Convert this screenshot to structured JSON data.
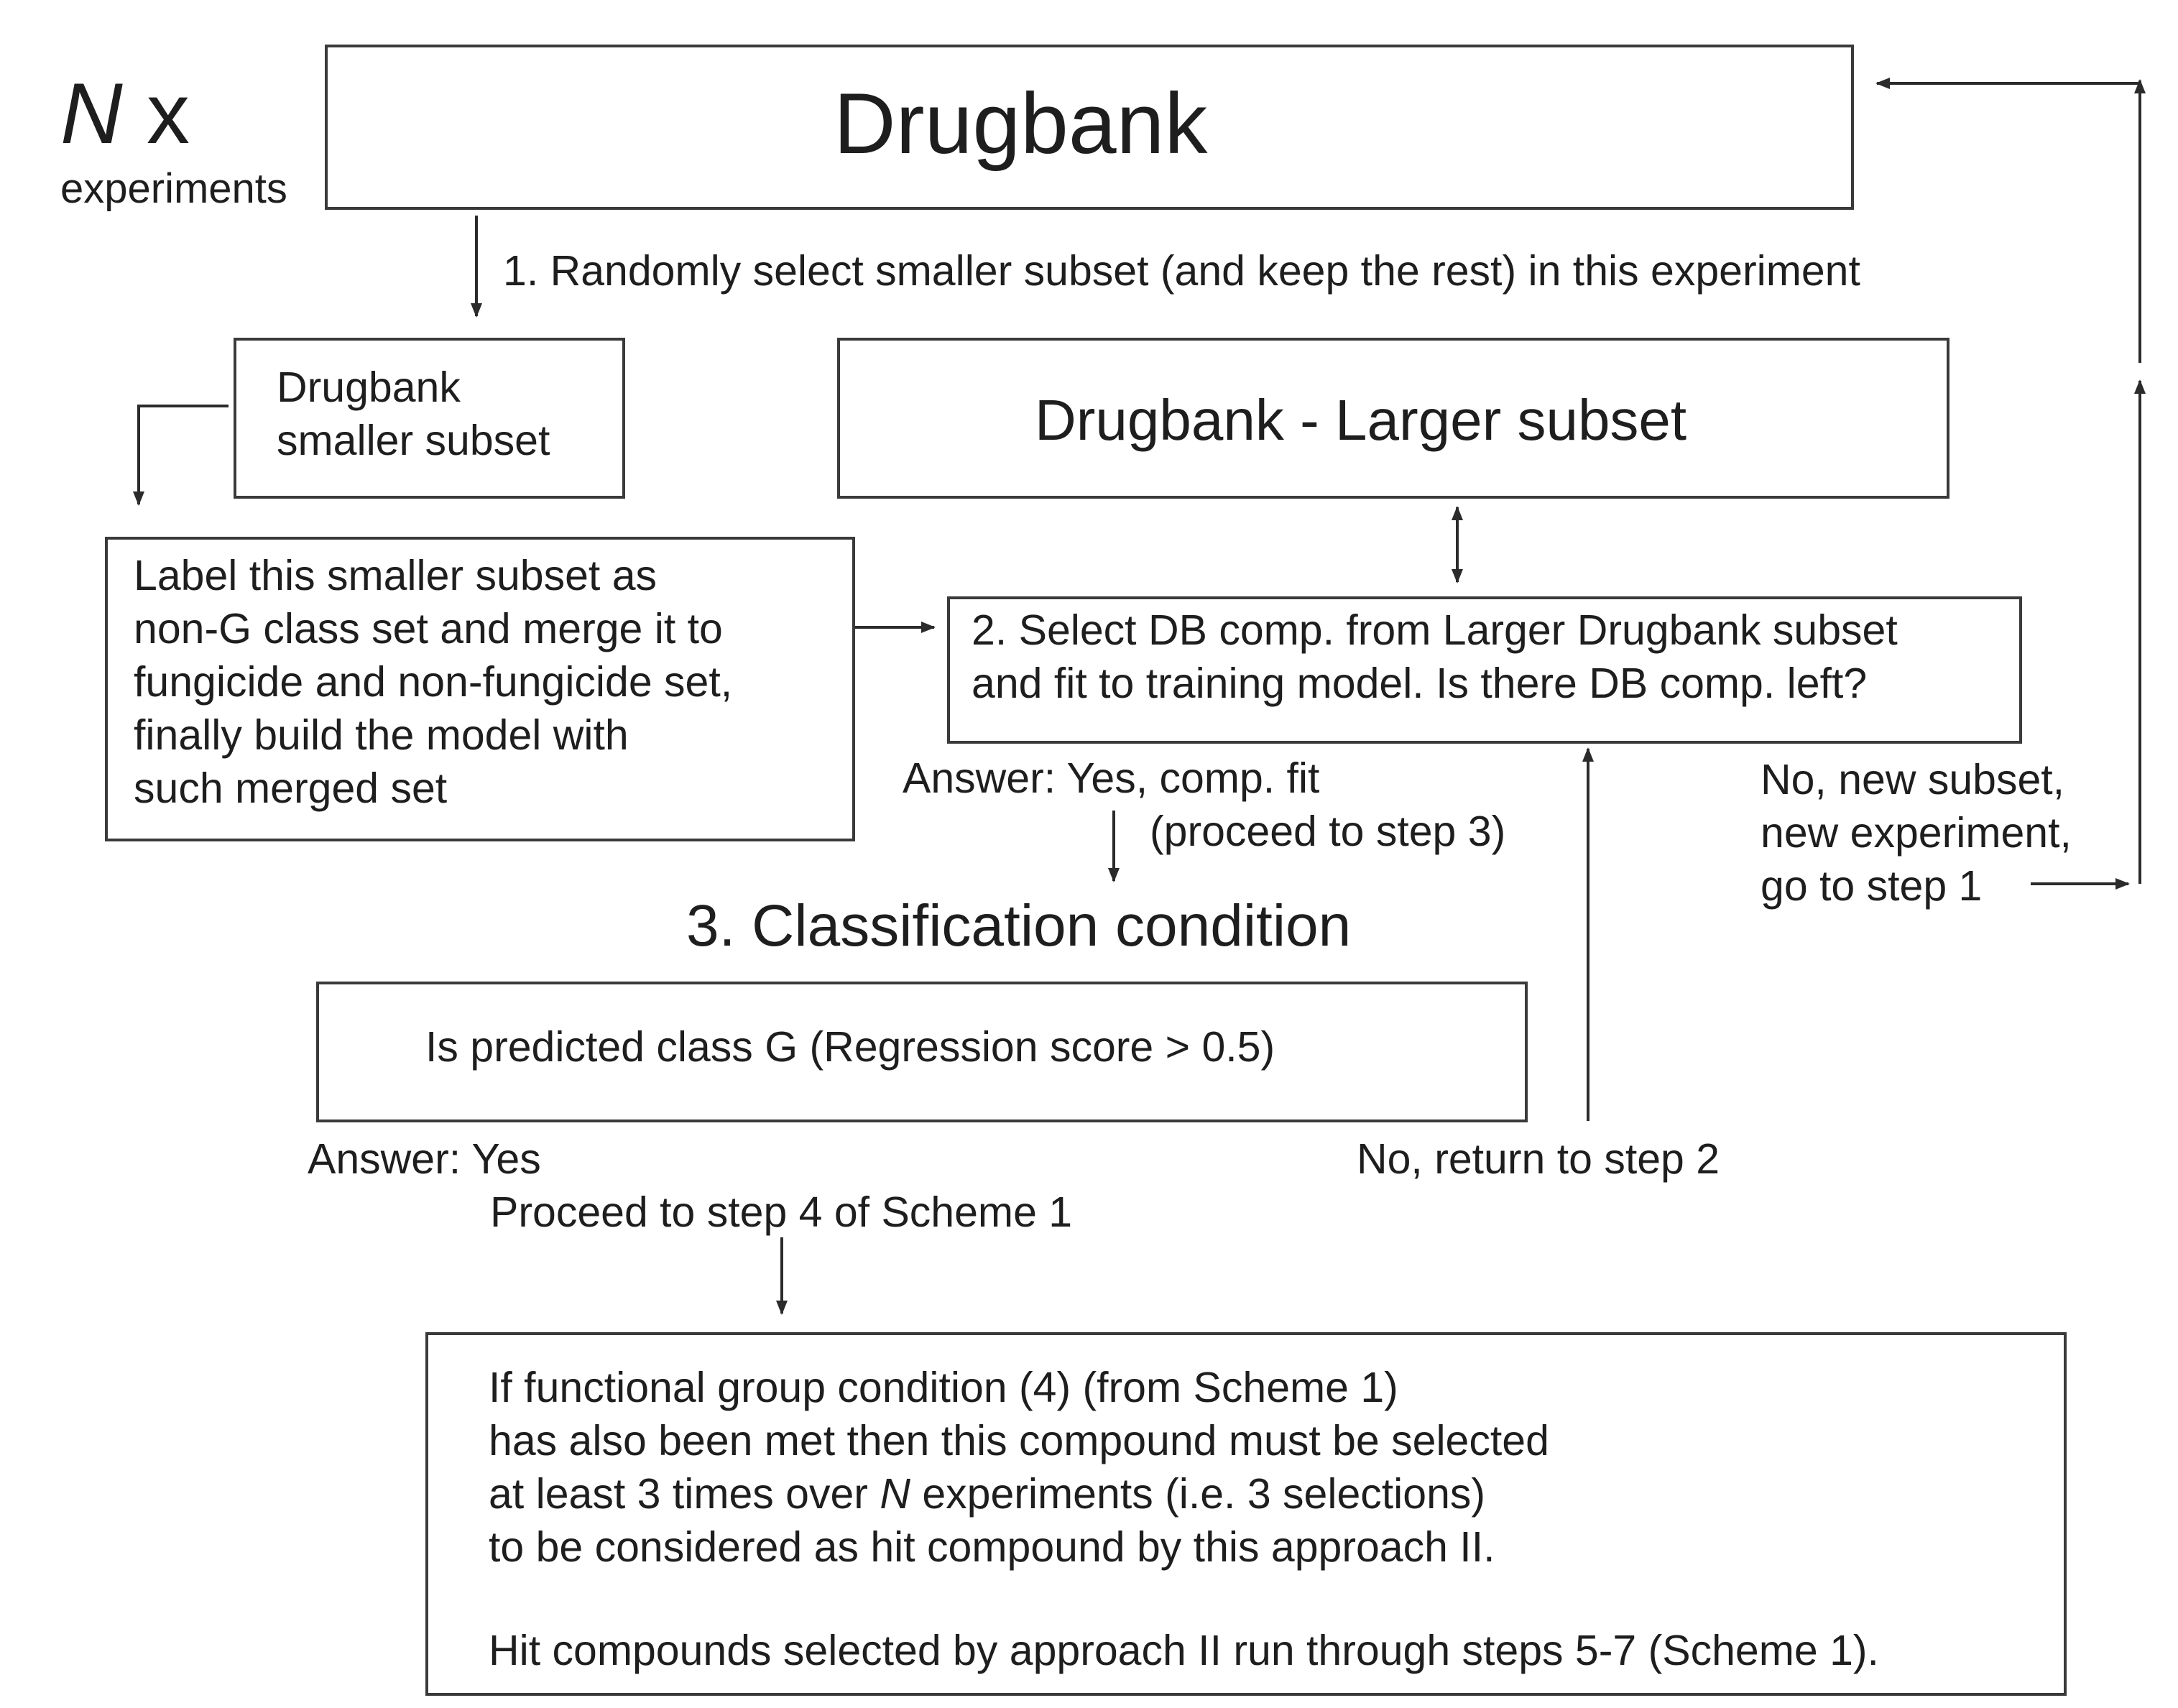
{
  "header": {
    "n_letter": "N",
    "n_suffix": " x",
    "experiments_label": "experiments"
  },
  "drugbank_box": {
    "title": "Drugbank"
  },
  "step1": {
    "text": "1. Randomly select smaller subset (and keep the rest) in this experiment"
  },
  "smaller_subset_box": {
    "text": "Drugbank\nsmaller subset"
  },
  "larger_subset_box": {
    "title": "Drugbank - Larger subset"
  },
  "label_box": {
    "text": "Label this smaller subset as\nnon-G class set and merge it to\nfungicide and non-fungicide set,\nfinally build the model with\nsuch merged set"
  },
  "step2_box": {
    "text": "2. Select DB comp. from Larger Drugbank subset\nand fit to training model. Is there DB comp. left?"
  },
  "answer_yes_fit": {
    "line1": "Answer:  Yes, comp. fit",
    "line2": "(proceed to step 3)"
  },
  "answer_no_subset": {
    "text": "No, new subset,\nnew experiment,\ngo to step 1"
  },
  "step3": {
    "title": "3. Classification condition",
    "condition": "Is predicted class G (Regression score > 0.5)"
  },
  "answer_yes_step4": {
    "line1": "Answer: Yes",
    "line2": "Proceed to step 4 of Scheme 1"
  },
  "answer_no_return": {
    "text": "No, return to step 2"
  },
  "final_box": {
    "line1": "If functional group condition (4) (from Scheme 1)",
    "line2": "has also been met then this compound must be selected",
    "line3_pre": "at least 3 times over ",
    "line3_n": "N",
    "line3_post": " experiments (i.e. 3 selections)",
    "line4": "to be considered as hit compound by this approach II.",
    "line5": "Hit compounds selected by approach II run through steps 5-7 (Scheme 1)."
  }
}
